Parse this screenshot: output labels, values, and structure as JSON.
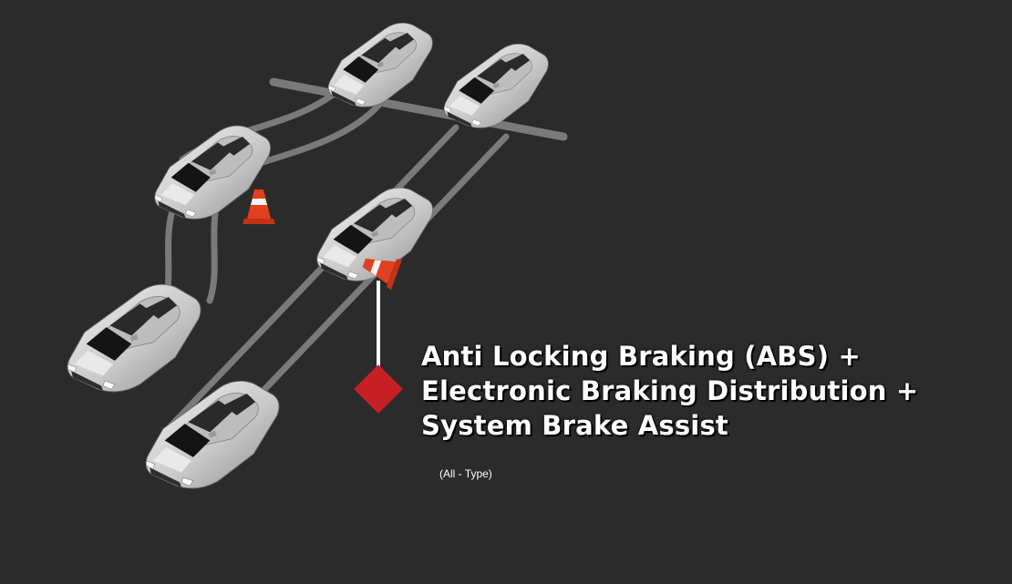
{
  "feature": {
    "title_lines": [
      "Anti Locking Braking (ABS) +",
      "Electronic Braking Distribution +",
      "System Brake Assist"
    ],
    "note": "(All - Type)"
  },
  "colors": {
    "background": "#2b2b2b",
    "road_line": "#7a7a7a",
    "car_body": "#cfcfcf",
    "accent_red": "#c62026",
    "cone_orange": "#e0411f",
    "text": "#ffffff"
  }
}
